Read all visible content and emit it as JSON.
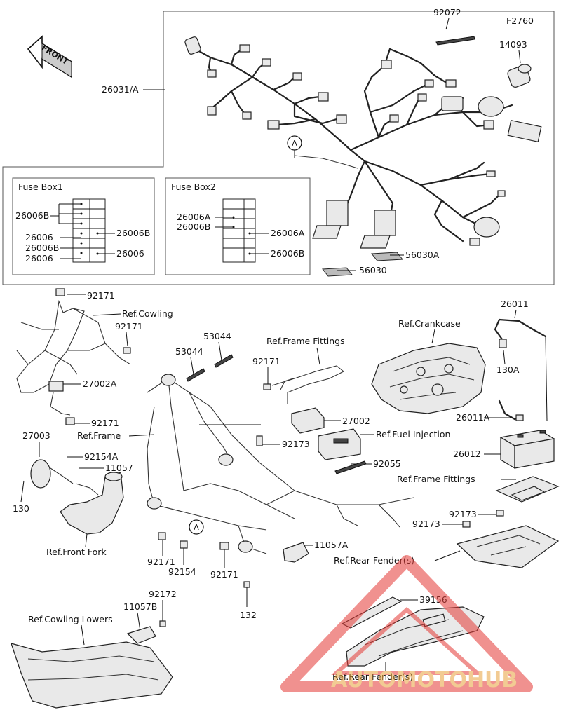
{
  "figure_code": "F2760",
  "front_label": "FRONT",
  "fuse_box1": {
    "title": "Fuse Box1",
    "left": [
      "26006B",
      "26006",
      "26006B",
      "26006"
    ],
    "right": [
      "26006B",
      "26006"
    ]
  },
  "fuse_box2": {
    "title": "Fuse Box2",
    "left": [
      "26006A",
      "26006B"
    ],
    "right": [
      "26006A",
      "26006B"
    ]
  },
  "callouts": {
    "circle_a": "A",
    "p92072": "92072",
    "p14093": "14093",
    "p26031a": "26031/A",
    "p56030": "56030",
    "p56030a": "56030A",
    "p92171_top": "92171",
    "ref_cowling": "Ref.Cowling",
    "p92171_b": "92171",
    "p27002a": "27002A",
    "p92171_c": "92171",
    "p53044_a": "53044",
    "p53044_b": "53044",
    "ref_frame_fittings_1": "Ref.Frame Fittings",
    "p92171_d": "92171",
    "ref_crankcase": "Ref.Crankcase",
    "p26011": "26011",
    "p130a": "130A",
    "p26011a": "26011A",
    "p27002": "27002",
    "ref_fuel_injection": "Ref.Fuel Injection",
    "p26012": "26012",
    "ref_frame": "Ref.Frame",
    "p92173_a": "92173",
    "p27003": "27003",
    "p92154a": "92154A",
    "p11057": "11057",
    "p92055": "92055",
    "ref_frame_fittings_2": "Ref.Frame Fittings",
    "p130": "130",
    "p92173_b": "92173",
    "p92173_c": "92173",
    "ref_front_fork": "Ref.Front Fork",
    "p11057a": "11057A",
    "p92171_e": "92171",
    "p92154": "92154",
    "p92171_f": "92171",
    "ref_rear_fender_1": "Ref.Rear Fender(s)",
    "p132": "132",
    "p92172": "92172",
    "p11057b": "11057B",
    "p39156": "39156",
    "ref_cowling_lowers": "Ref.Cowling Lowers",
    "ref_rear_fender_2": "Ref.Rear Fender(s)"
  },
  "watermark": "AUTOMOTOHUB"
}
